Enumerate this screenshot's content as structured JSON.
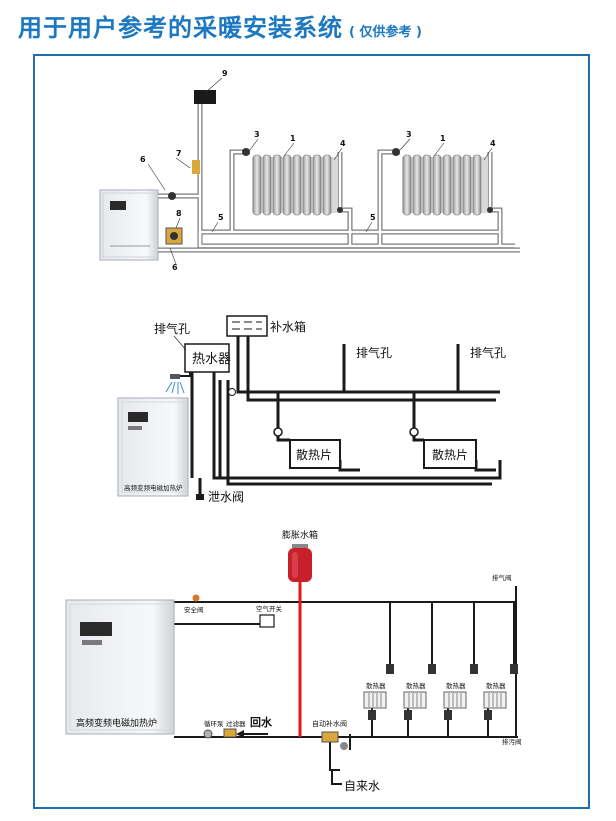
{
  "header": {
    "title": "用于用户参考的采暖安装系统",
    "note": "( 仅供参考 )"
  },
  "diagram1": {
    "numbers": [
      "9",
      "7",
      "6",
      "8",
      "6",
      "5",
      "3",
      "1",
      "4",
      "3",
      "1",
      "4",
      "5"
    ]
  },
  "diagram2": {
    "labels": {
      "vent_left": "排气孔",
      "makeup_tank": "补水箱",
      "water_heater": "热水器",
      "vent_mid": "排气孔",
      "vent_right": "排气孔",
      "radiator_1": "散热片",
      "radiator_2": "散热片",
      "drain_valve": "泄水阀",
      "boiler_name": "高频变频电磁加热炉"
    }
  },
  "diagram3": {
    "labels": {
      "expansion_tank": "膨胀水箱",
      "safety_valve": "安全阀",
      "air_switch": "空气开关",
      "vent_valve": "排气阀",
      "radiators": [
        "散热器",
        "散热器",
        "散热器",
        "散热器"
      ],
      "circ_pump": "循环泵",
      "filter": "过滤器",
      "return_water": "回水",
      "auto_fill_valve": "自动补水阀",
      "drain_valve": "排污阀",
      "tap_water": "自来水",
      "boiler_name": "高频变频电磁加热炉"
    }
  },
  "colors": {
    "title": "#1c78c0",
    "frame": "#1f6fb0",
    "pipe": "#1a1a1a",
    "hot_pipe": "#e01818",
    "expansion_tank": "#c8202a"
  }
}
